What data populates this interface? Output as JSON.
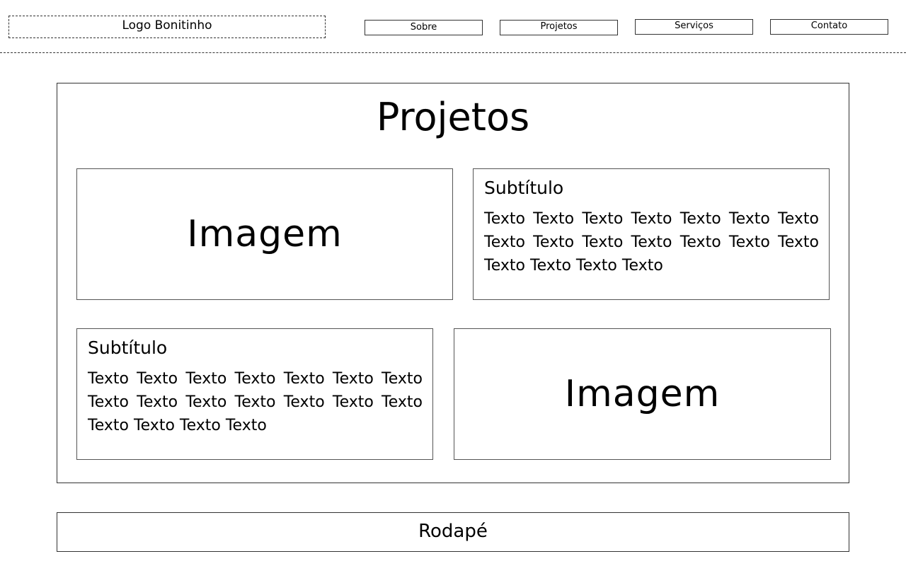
{
  "header": {
    "logo": "Logo Bonitinho",
    "nav": {
      "sobre": "Sobre",
      "projetos": "Projetos",
      "servicos": "Serviços",
      "contato": "Contato"
    }
  },
  "main": {
    "title": "Projetos",
    "row1": {
      "image_label": "Imagem",
      "subtitle": "Subtítulo",
      "text": "Texto Texto Texto Texto Texto Texto Texto Texto Texto Texto Texto Texto Texto Texto Texto Texto Texto Texto"
    },
    "row2": {
      "subtitle": "Subtítulo",
      "text": "Texto Texto Texto Texto Texto Texto Texto Texto Texto Texto Texto Texto Texto Texto Texto Texto Texto Texto",
      "image_label": "Imagem"
    }
  },
  "footer": {
    "text": "Rodapé"
  }
}
